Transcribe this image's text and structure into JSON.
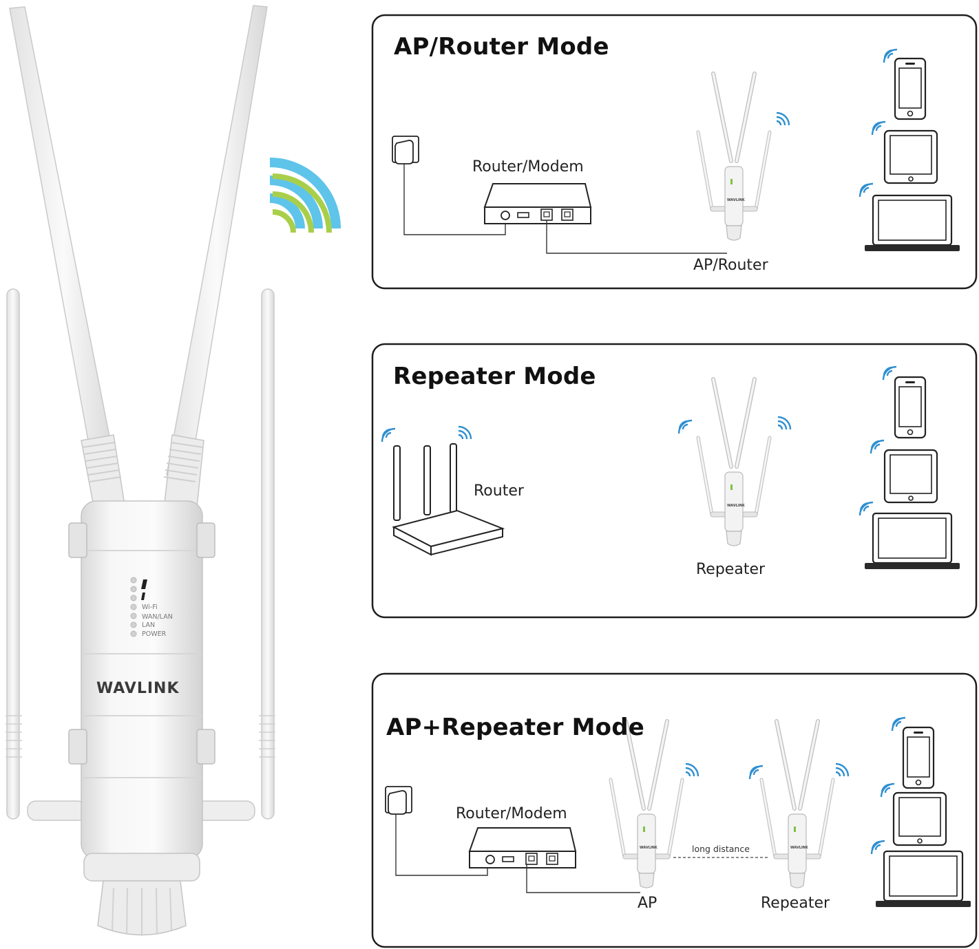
{
  "product": {
    "brand": "WAVLINK",
    "led_labels": [
      "Wi-Fi",
      "WAN/LAN",
      "LAN",
      "POWER"
    ],
    "wifi_colors": [
      "#5ec4ea",
      "#a9cf4a"
    ]
  },
  "panels": [
    {
      "title": "AP/Router Mode",
      "labels": {
        "modem": "Router/Modem",
        "device": "AP/Router"
      }
    },
    {
      "title": "Repeater Mode",
      "labels": {
        "router": "Router",
        "device": "Repeater"
      }
    },
    {
      "title": "AP+Repeater Mode",
      "labels": {
        "modem": "Router/Modem",
        "ap": "AP",
        "repeater": "Repeater",
        "link": "long distance"
      }
    }
  ],
  "client_devices": [
    "phone-icon",
    "tablet-icon",
    "laptop-icon"
  ],
  "colors": {
    "panel_border": "#1e1e1e",
    "signal": "#2f8fd0",
    "line": "#333333"
  }
}
